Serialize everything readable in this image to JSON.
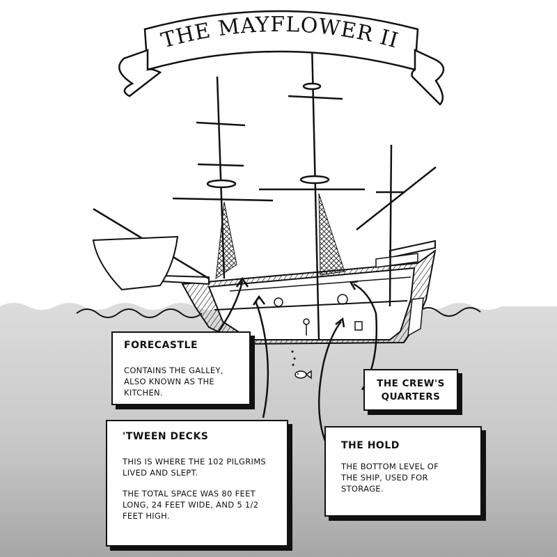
{
  "title": "THE MAYFLOWER II",
  "labels": {
    "forecastle": {
      "heading": "FORECASTLE",
      "body": "CONTAINS THE GALLEY, ALSO KNOWN AS THE KITCHEN."
    },
    "crew_quarters": {
      "heading": "THE CREW'S QUARTERS"
    },
    "tween_decks": {
      "heading": "'TWEEN DECKS",
      "body_1": "THIS IS WHERE THE 102 PILGRIMS LIVED AND SLEPT.",
      "body_2": "THE TOTAL SPACE WAS 80 FEET LONG, 24 FEET WIDE, AND 5 1/2 FEET HIGH."
    },
    "hold": {
      "heading": "THE HOLD",
      "body": "THE BOTTOM LEVEL OF THE SHIP, USED FOR STORAGE."
    }
  },
  "colors": {
    "ink": "#111111",
    "sea_top": "#d9d9d9",
    "sea_bottom": "#9a9a9a",
    "paper": "#ffffff"
  }
}
